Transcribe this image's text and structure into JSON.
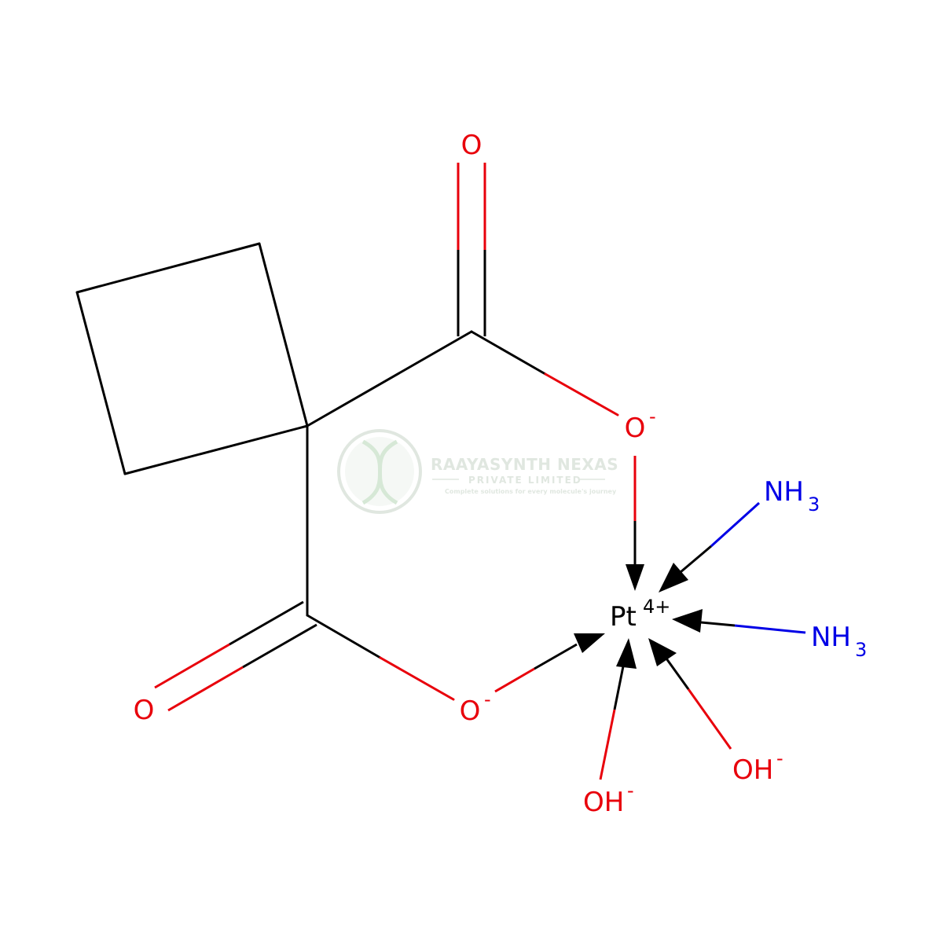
{
  "colors": {
    "carbon_bond": "#000000",
    "oxygen": "#e8000b",
    "nitrogen": "#0000e6",
    "platinum": "#000000",
    "watermark": "#c8d4c8"
  },
  "atoms": {
    "o_top": "O",
    "o_ring_upper": "O",
    "o_ring_upper_charge": "-",
    "o_left": "O",
    "o_ring_lower": "O",
    "o_ring_lower_charge": "-",
    "pt": "Pt",
    "pt_charge": "4+",
    "nh3_upper": "NH",
    "nh3_upper_sub": "3",
    "nh3_lower": "NH",
    "nh3_lower_sub": "3",
    "oh_right": "OH",
    "oh_right_charge": "-",
    "oh_left": "OH",
    "oh_left_charge": "-"
  },
  "watermark": {
    "title": "RAAYASYNTH NEXAS",
    "subtitle": "PRIVATE LIMITED",
    "tagline": "Complete solutions for every molecule's journey"
  }
}
